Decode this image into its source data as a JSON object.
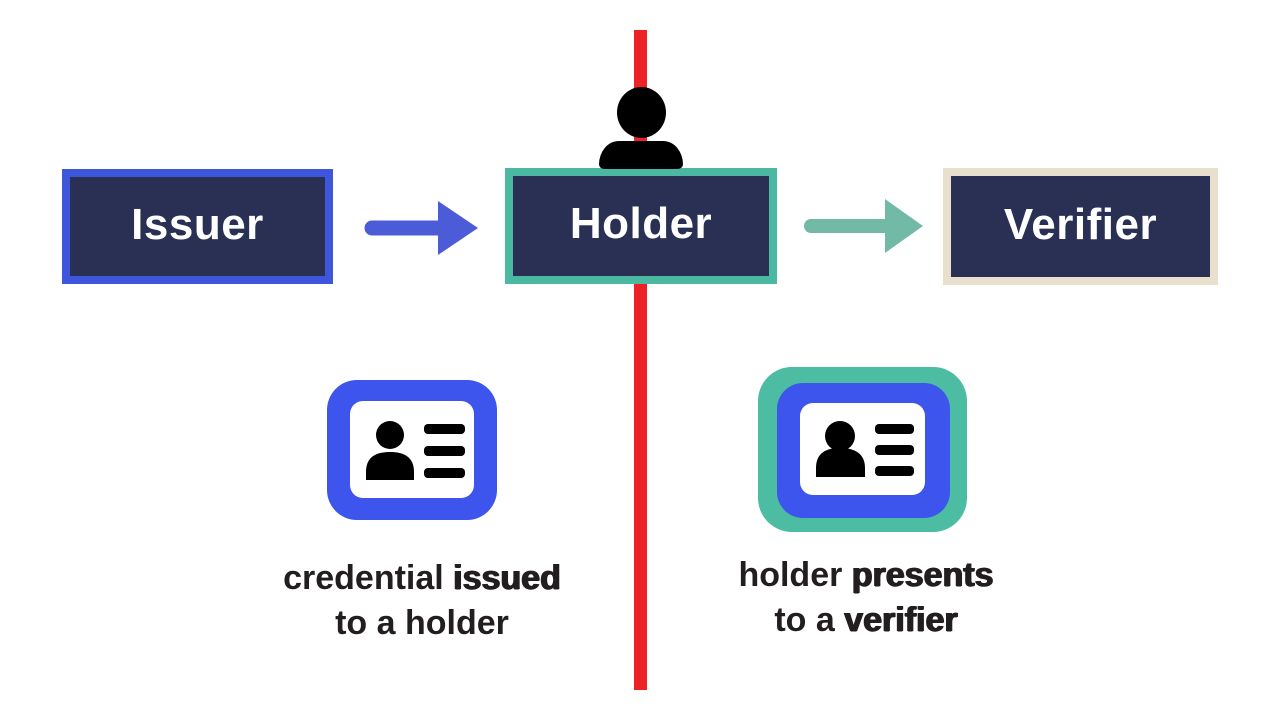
{
  "colors": {
    "background": "#ffffff",
    "box_fill": "#2a3054",
    "box_text": "#ffffff",
    "issuer_border": "#3e56dc",
    "holder_border": "#4bb8a2",
    "verifier_border": "#e8e0cd",
    "issue_arrow": "#4c5bd8",
    "present_arrow": "#73baa6",
    "card_blue": "#3d55ec",
    "card_teal": "#4cbca2",
    "card_inner": "#ffffff",
    "card_glyph": "#000000",
    "timeline_red": "#ec2227",
    "person": "#000000",
    "caption_text": "#221e1f"
  },
  "nodes": {
    "issuer": {
      "label": "Issuer"
    },
    "holder": {
      "label": "Holder"
    },
    "verifier": {
      "label": "Verifier"
    }
  },
  "captions": {
    "issue": {
      "line1": [
        {
          "t": "credential ",
          "bold": false
        },
        {
          "t": "issued",
          "bold": true
        }
      ],
      "line2": [
        {
          "t": "to a holder",
          "bold": false
        }
      ]
    },
    "present": {
      "line1": [
        {
          "t": "holder ",
          "bold": false
        },
        {
          "t": "presents",
          "bold": true
        }
      ],
      "line2": [
        {
          "t": "to a ",
          "bold": false
        },
        {
          "t": "verifier",
          "bold": true
        }
      ]
    }
  },
  "icons": {
    "person": "person-icon",
    "issue_arrow": "right-arrow-icon",
    "present_arrow": "right-arrow-icon",
    "credential_left": "id-card-icon",
    "credential_right": "id-card-icon"
  }
}
